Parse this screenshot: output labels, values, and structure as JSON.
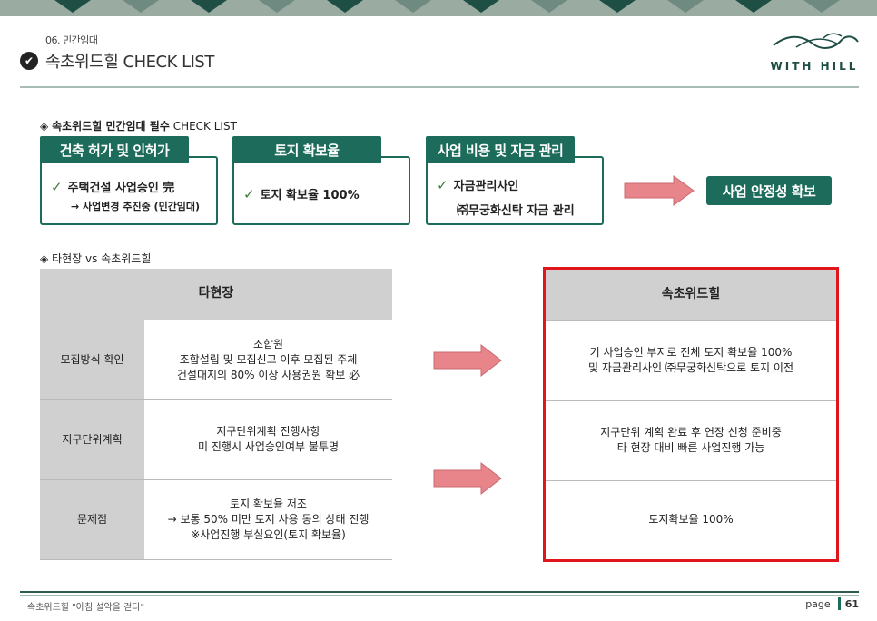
{
  "header": {
    "section": "06. 민간임대",
    "title": "속초위드힐 CHECK LIST",
    "logo_text": "WITH HILL"
  },
  "checklist": {
    "heading_bold": "속초위드힐 민간임대 필수",
    "heading_rest": "CHECK LIST",
    "cards": [
      {
        "tab": "건축 허가 및 인허가",
        "line1": "주택건설 사업승인 完",
        "line2": "→ 사업변경 추진중 (민간임대)"
      },
      {
        "tab": "토지 확보율",
        "line1": "토지 확보율 100%"
      },
      {
        "tab": "사업 비용 및 자금 관리",
        "line1": "자금관리사인",
        "line2": "㈜무궁화신탁 자금 관리"
      }
    ],
    "result": "사업 안정성 확보"
  },
  "comparison": {
    "heading": "타현장 vs 속초위드힐",
    "left_header": "타현장",
    "right_header": "속초위드힐",
    "rows": [
      {
        "label": "모집방식 확인",
        "left": [
          "조합원",
          "조합설립 및 모집신고 이후 모집된 주체",
          "건설대지의 80% 이상 사용권원 확보 必"
        ],
        "right": [
          "기 사업승인 부지로 전체 토지 확보율 100%",
          "및 자금관리사인 ㈜무궁화신탁으로 토지 이전"
        ]
      },
      {
        "label": "지구단위계획",
        "left": [
          "지구단위계획 진행사항",
          "미 진행시 사업승인여부 불투명"
        ],
        "right": [
          "지구단위 계획 완료 후 연장 신청 준비중",
          "타 현장 대비 빠른 사업진행 가능"
        ]
      },
      {
        "label": "문제점",
        "left": [
          "토지 확보율 저조",
          "→ 보통 50% 미만 토지 사용 동의 상태 진행",
          "※사업진행 부실요인(토지 확보율)"
        ],
        "right": [
          "토지확보율 100%"
        ]
      }
    ]
  },
  "footer": {
    "left": "속초위드힐 \"아침 설악을 걷다\"",
    "page_label": "page",
    "page_num": "61"
  },
  "colors": {
    "accent": "#1c6b5b",
    "highlight": "#e0161c",
    "arrow": "#e8858a"
  }
}
